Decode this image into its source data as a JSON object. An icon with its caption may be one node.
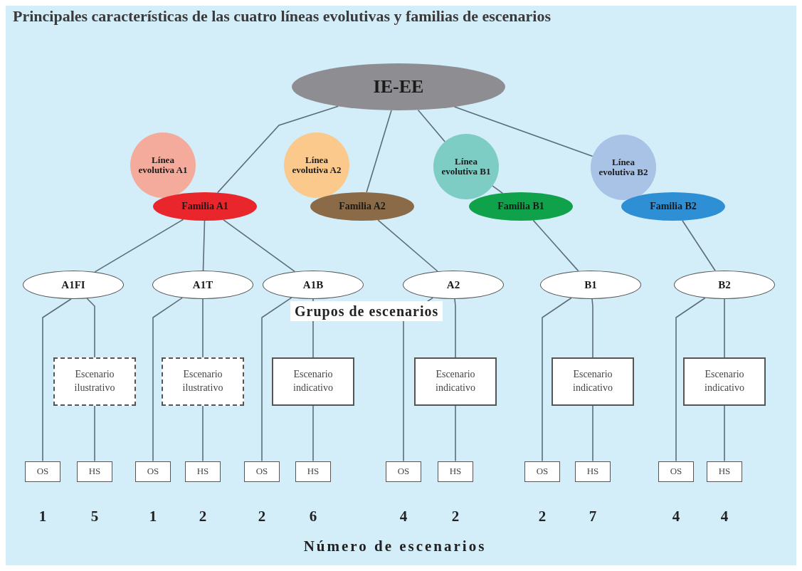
{
  "diagram": {
    "title": "Principales características de las cuatro líneas evolutivas y familias de escenarios",
    "nodes": [
      {
        "text": [
          "IE-EE"
        ]
      },
      {
        "text": [
          "Línea evolutiva A1"
        ]
      },
      {
        "text": [
          "Familia A1"
        ]
      },
      {
        "text": [
          "Línea evolutiva A2"
        ]
      },
      {
        "text": [
          "Familia A2"
        ]
      },
      {
        "text": [
          "Línea evolutiva B1"
        ]
      },
      {
        "text": [
          "Familia B1"
        ]
      },
      {
        "text": [
          "Línea evolutiva B2"
        ]
      },
      {
        "text": [
          "Familia B2"
        ]
      },
      {
        "text": [
          "A1FI"
        ]
      },
      {
        "text": [
          "A1T"
        ]
      },
      {
        "text": [
          "A1B"
        ]
      },
      {
        "text": [
          "A2"
        ]
      },
      {
        "text": [
          "B1"
        ]
      },
      {
        "text": [
          "B2"
        ]
      },
      {
        "text": [
          "Escenario ilustrativo"
        ]
      },
      {
        "text": [
          "Escenario ilustrativo"
        ]
      },
      {
        "text": [
          "Escenario indicativo"
        ]
      },
      {
        "text": [
          "Escenario indicativo"
        ]
      },
      {
        "text": [
          "Escenario indicativo"
        ]
      },
      {
        "text": [
          "Escenario indicativo"
        ]
      },
      {
        "text": [
          "OS"
        ]
      },
      {
        "text": [
          "HS"
        ]
      },
      {
        "text": [
          "OS"
        ]
      },
      {
        "text": [
          "HS"
        ]
      },
      {
        "text": [
          "OS"
        ]
      },
      {
        "text": [
          "HS"
        ]
      },
      {
        "text": [
          "OS"
        ]
      },
      {
        "text": [
          "HS"
        ]
      },
      {
        "text": [
          "OS"
        ]
      },
      {
        "text": [
          "HS"
        ]
      },
      {
        "text": [
          "OS"
        ]
      },
      {
        "text": [
          "HS"
        ]
      }
    ],
    "edges": [
      {
        "from": 0,
        "to": 2,
        "arrow": "none"
      },
      {
        "from": 0,
        "to": 4,
        "arrow": "none"
      },
      {
        "from": 0,
        "to": 5,
        "arrow": "none"
      },
      {
        "from": 5,
        "to": 6,
        "arrow": "none"
      },
      {
        "from": 0,
        "to": 7,
        "arrow": "none"
      },
      {
        "from": 2,
        "to": 9,
        "arrow": "none"
      },
      {
        "from": 2,
        "to": 10,
        "arrow": "none"
      },
      {
        "from": 2,
        "to": 11,
        "arrow": "none"
      },
      {
        "from": 4,
        "to": 12,
        "arrow": "none"
      },
      {
        "from": 6,
        "to": 13,
        "arrow": "none"
      },
      {
        "from": 8,
        "to": 14,
        "arrow": "none"
      },
      {
        "from": 9,
        "to": 21,
        "arrow": "none"
      },
      {
        "from": 9,
        "to": 15,
        "arrow": "none"
      },
      {
        "from": 15,
        "to": 22,
        "arrow": "none"
      },
      {
        "from": 10,
        "to": 23,
        "arrow": "none"
      },
      {
        "from": 10,
        "to": 16,
        "arrow": "none"
      },
      {
        "from": 16,
        "to": 24,
        "arrow": "none"
      },
      {
        "from": 11,
        "to": 25,
        "arrow": "none"
      },
      {
        "from": 11,
        "to": 17,
        "arrow": "none"
      },
      {
        "from": 17,
        "to": 26,
        "arrow": "none"
      },
      {
        "from": 12,
        "to": 27,
        "arrow": "none"
      },
      {
        "from": 12,
        "to": 18,
        "arrow": "none"
      },
      {
        "from": 18,
        "to": 28,
        "arrow": "none"
      },
      {
        "from": 13,
        "to": 29,
        "arrow": "none"
      },
      {
        "from": 13,
        "to": 19,
        "arrow": "none"
      },
      {
        "from": 19,
        "to": 30,
        "arrow": "none"
      },
      {
        "from": 14,
        "to": 31,
        "arrow": "none"
      },
      {
        "from": 14,
        "to": 20,
        "arrow": "none"
      },
      {
        "from": 20,
        "to": 32,
        "arrow": "none"
      }
    ],
    "labels": [
      "Grupos de escenarios",
      "1",
      "5",
      "1",
      "2",
      "2",
      "6",
      "4",
      "2",
      "2",
      "7",
      "4",
      "4",
      "Número de escenarios"
    ]
  }
}
